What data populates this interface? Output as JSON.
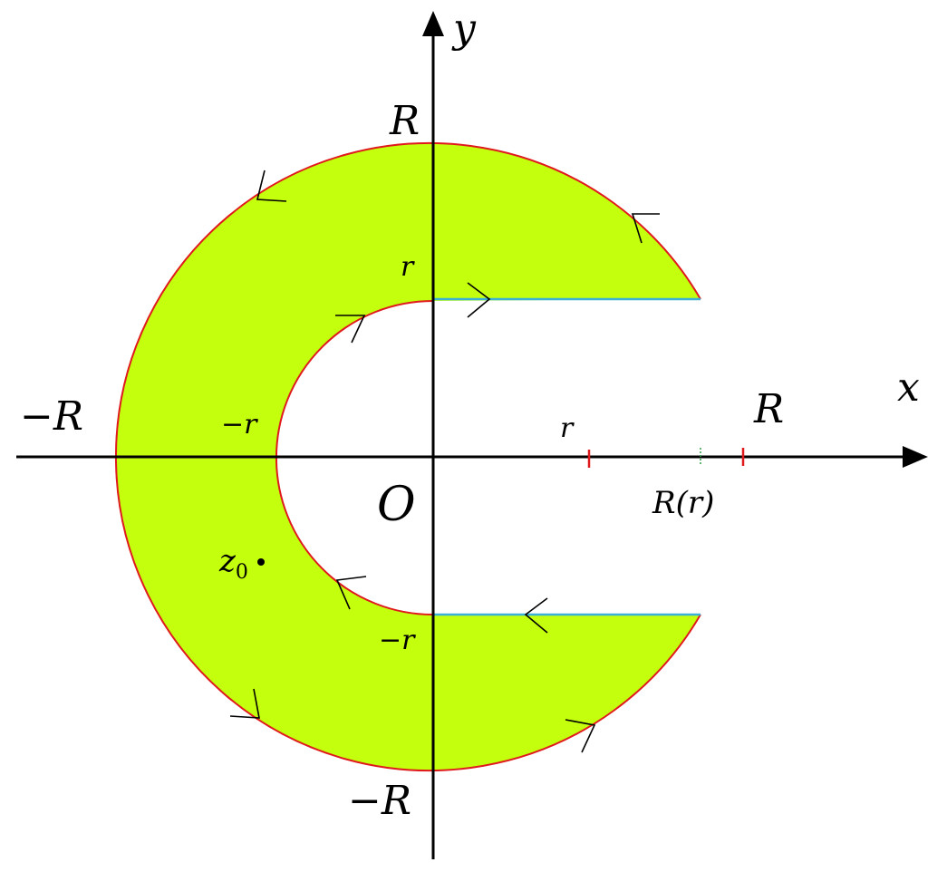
{
  "diagram": {
    "axes": {
      "x_label": "x",
      "y_label": "y"
    },
    "labels": {
      "R_top": "R",
      "r_top": "r",
      "neg_R_left": "−R",
      "neg_r_left": "−r",
      "r_axis": "r",
      "R_axis": "R",
      "origin": "O",
      "R_of_r": "R(r)",
      "z0": "z",
      "z0_sub": "0",
      "neg_r_bottom": "−r",
      "neg_R_bottom": "−R"
    },
    "colors": {
      "fill": "#c4ff0e",
      "boundary": "#e0191c",
      "slit": "#3ab0d6",
      "axis": "#000000",
      "tick": "#e0191c"
    }
  }
}
